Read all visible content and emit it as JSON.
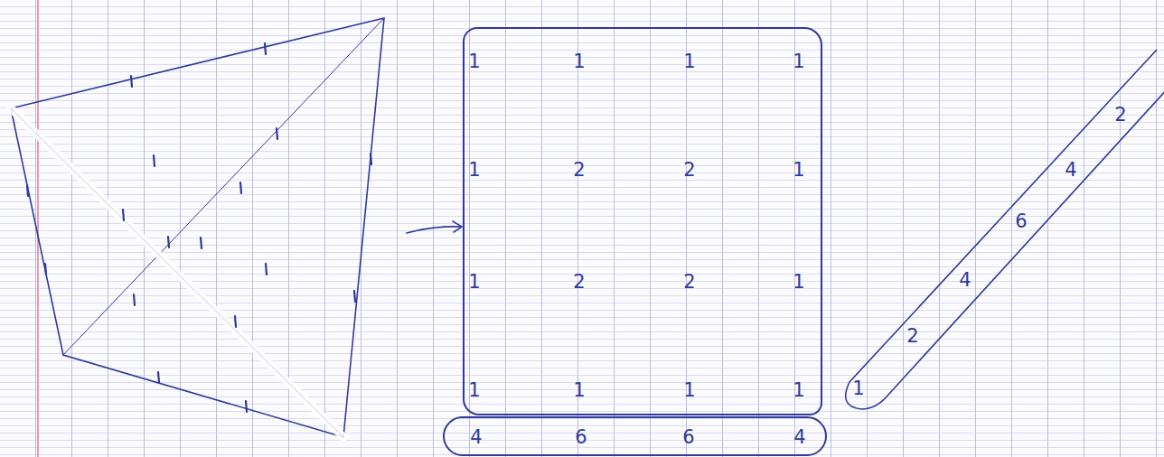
{
  "diagram": {
    "nodes": [
      {
        "text": [
          "1",
          "1",
          "1",
          "1",
          "1",
          "2",
          "2",
          "1",
          "1",
          "2",
          "2",
          "1",
          "1",
          "1",
          "1",
          "1"
        ]
      },
      {
        "text": [
          "4",
          "6",
          "6",
          "4"
        ]
      },
      {
        "text": [
          "1",
          "2",
          "4",
          "6",
          "4",
          "2"
        ]
      }
    ]
  }
}
